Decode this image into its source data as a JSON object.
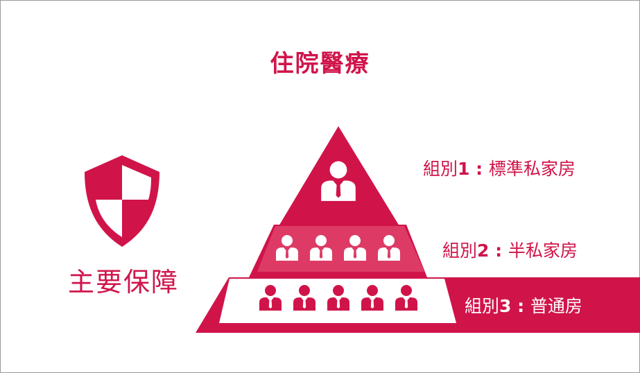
{
  "title": "住院醫療",
  "shield_label": "主要保障",
  "tiers": [
    {
      "prefix": "組別",
      "number": "1",
      "sep": " : ",
      "name": "標準私家房",
      "people": 1
    },
    {
      "prefix": "組別",
      "number": "2",
      "sep": " : ",
      "name": "半私家房",
      "people": 4
    },
    {
      "prefix": "組別",
      "number": "3",
      "sep": " : ",
      "name": "普通房",
      "people": 5
    }
  ],
  "icons": {
    "shield": "shield-icon",
    "person": "person-icon"
  },
  "colors": {
    "accent": "#d0144a",
    "accent_light": "#dd3b66",
    "background": "#ffffff"
  }
}
